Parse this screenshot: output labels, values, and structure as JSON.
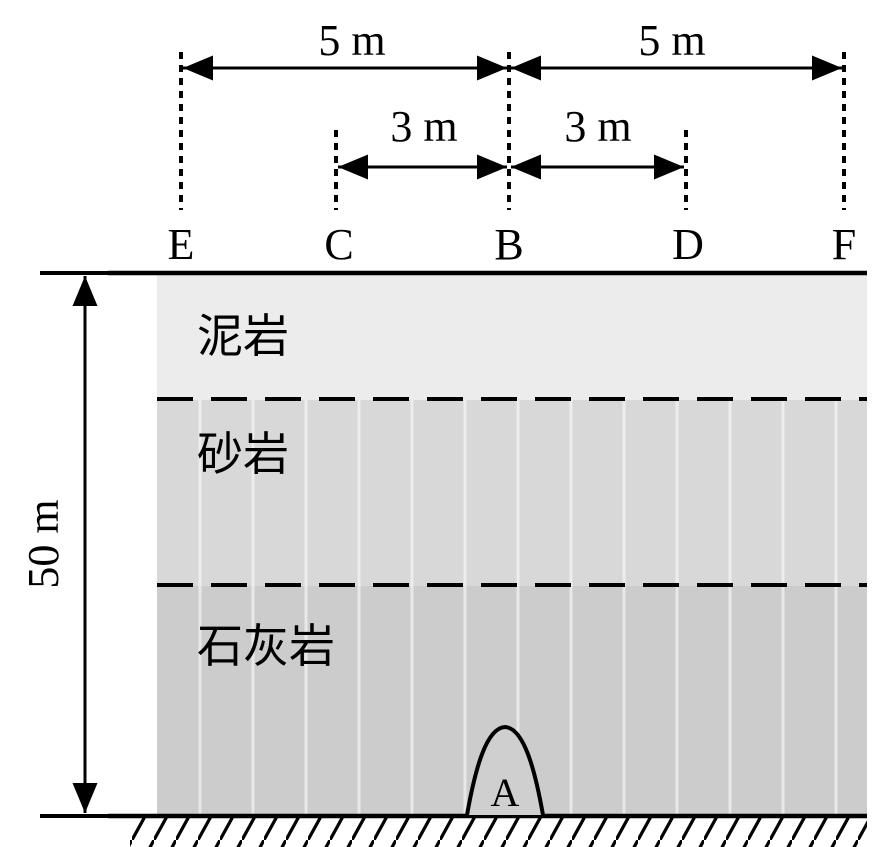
{
  "points": {
    "E": "E",
    "C": "C",
    "B": "B",
    "D": "D",
    "F": "F"
  },
  "dimensions": {
    "eb": "5 m",
    "bf": "5 m",
    "cb": "3 m",
    "bd": "3 m",
    "depth": "50 m"
  },
  "layers": {
    "mudstone": "泥岩",
    "sandstone": "砂岩",
    "limestone": "石灰岩"
  },
  "cavity": {
    "label": "A"
  },
  "colors": {
    "mudstone": "#ececec",
    "sandstone": "#d8d8d8",
    "limestone": "#cccccc",
    "stroke": "#000000"
  }
}
